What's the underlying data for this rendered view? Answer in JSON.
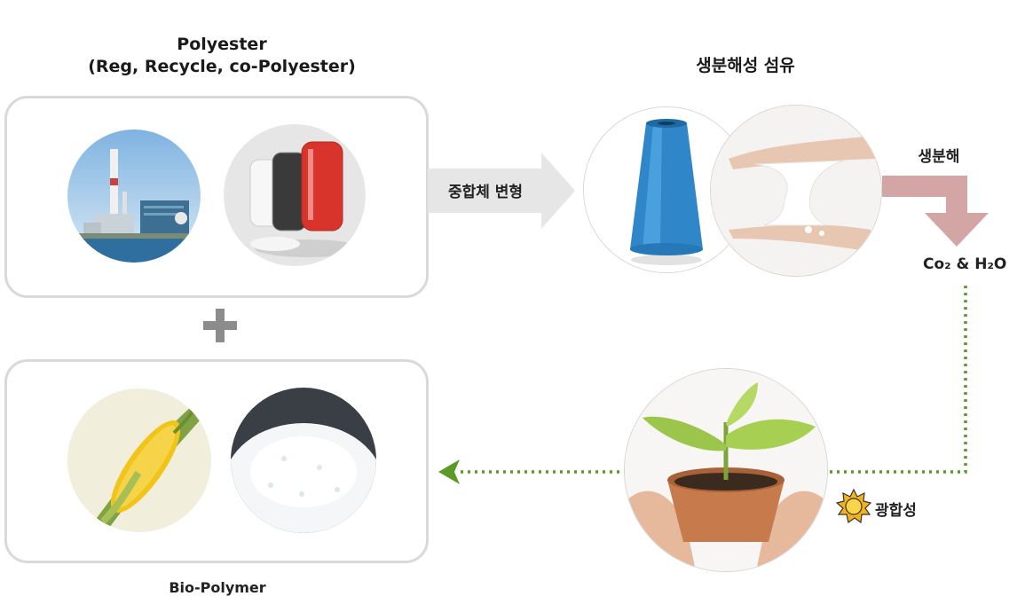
{
  "left": {
    "title_line1": "Polyester",
    "title_line2": "(Reg, Recycle, co-Polyester)",
    "bottom_caption": "Bio-Polymer"
  },
  "middle": {
    "arrow_label": "중합체 변형"
  },
  "right": {
    "title": "생분해성 섬유",
    "biodegrade_label": "생분해",
    "products_label": "Co₂ & H₂O",
    "photosynthesis_label": "광합성"
  },
  "colors": {
    "box_border": "#d9d9d9",
    "gray_arrow": "#e6e6e6",
    "pink_arrow": "#d4a5a5",
    "green_dots": "#5a9a28",
    "plus": "#8c8c8c"
  }
}
